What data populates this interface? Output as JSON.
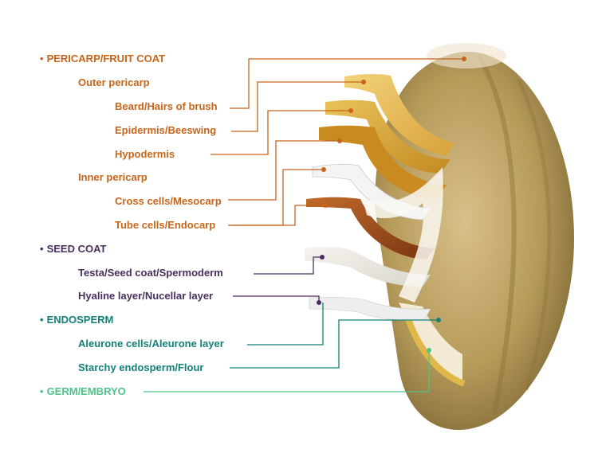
{
  "colors": {
    "pericarp": "#c8651a",
    "seed_coat": "#4a2f5e",
    "endosperm": "#14807a",
    "germ": "#4fc48a"
  },
  "categories": [
    {
      "key": "pericarp",
      "label": "PERICARP/FRUIT COAT"
    },
    {
      "key": "seed_coat",
      "label": "SEED COAT"
    },
    {
      "key": "endosperm",
      "label": "ENDOSPERM"
    },
    {
      "key": "germ",
      "label": "GERM/EMBRYO"
    }
  ],
  "labels": {
    "outer_pericarp": "Outer pericarp",
    "beard": "Beard/Hairs of brush",
    "epidermis": "Epidermis/Beeswing",
    "hypodermis": "Hypodermis",
    "inner_pericarp": "Inner pericarp",
    "cross_cells": "Cross cells/Mesocarp",
    "tube_cells": "Tube cells/Endocarp",
    "testa": "Testa/Seed coat/Spermoderm",
    "hyaline": "Hyaline layer/Nucellar layer",
    "aleurone": "Aleurone cells/Aleurone layer",
    "starchy": "Starchy endosperm/Flour"
  }
}
